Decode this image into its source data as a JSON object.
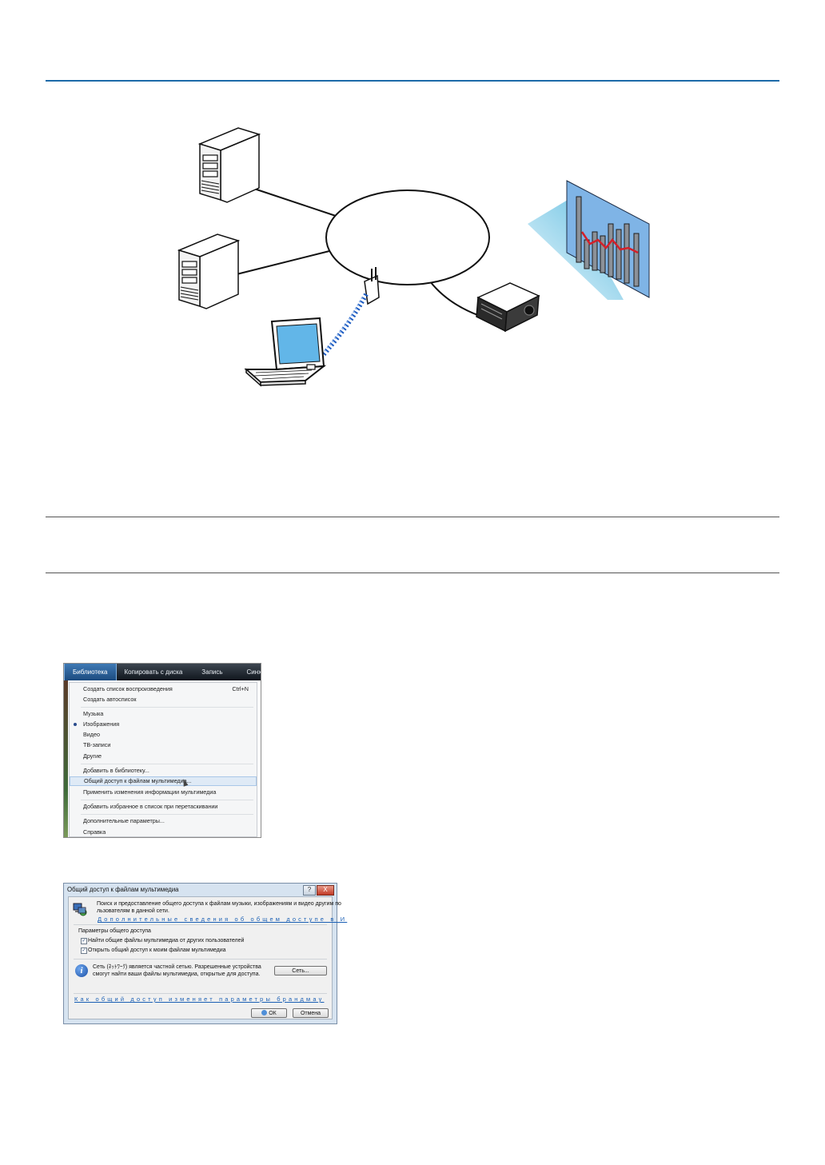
{
  "menu": {
    "tabs": [
      "Библиотека",
      "Копировать с диска",
      "Запись",
      "Синхрониз"
    ],
    "items": {
      "create_playlist": "Создать список воспроизведения",
      "create_playlist_shortcut": "Ctrl+N",
      "create_autolist": "Создать автосписок",
      "music": "Музыка",
      "images": "Изображения",
      "video": "Видео",
      "tv": "ТВ-записи",
      "other": "Другие",
      "add_to_library": "Добавить в библиотеку...",
      "media_sharing": "Общий доступ к файлам мультимедиа...",
      "apply_media_info": "Применить изменения информации мультимедиа",
      "add_favorites_drag": "Добавить избранное в список при перетаскивании",
      "more_options": "Дополнительные параметры...",
      "help": "Справка"
    }
  },
  "dialog": {
    "title": "Общий доступ к файлам мультимедиа",
    "help_button": "?",
    "close_button": "X",
    "description_line1": "Поиск и предоставление общего доступа к файлам музыки, изображениям и видео другим по",
    "description_line2": "льзователям в данной сети.",
    "more_info_link": "Дополнительные сведения об общем доступе в И",
    "settings_header": "Параметры общего доступа",
    "option1": "Найти общие файлы мультимедиа от других пользователей",
    "option2": "Открыть общий доступ к моим файлам мультимедиа",
    "network_line1": "Сеть (ﾈｯﾄﾜｰｸ) является частной сетью. Разрешенные устройства",
    "network_line2": "смогут найти ваши файлы мультимедиа, открытые для доступа.",
    "network_button": "Сеть...",
    "firewall_link": "Как общий доступ изменяет параметры брандмау",
    "ok_button": "ОК",
    "cancel_button": "Отмена"
  },
  "colors": {
    "accent_rule": "#1c6aa8",
    "screen_blue": "#7fb4e6",
    "link_blue": "#1a5fb4"
  }
}
